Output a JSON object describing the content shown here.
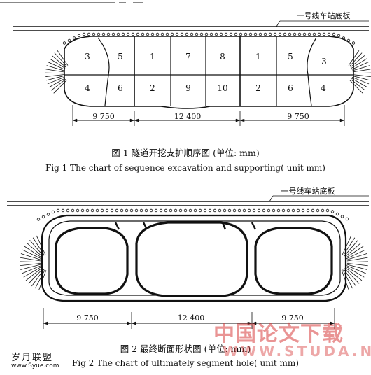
{
  "fig1": {
    "slab_label": "一号线车站底板",
    "cells_left": [
      "3",
      "5",
      "1",
      "7",
      "8",
      "1",
      "5",
      "3"
    ],
    "cells_right": [
      "4",
      "6",
      "2",
      "9",
      "10",
      "2",
      "6",
      "4"
    ],
    "dims": [
      "9 750",
      "12 400",
      "9 750"
    ],
    "caption_cn": "图 1 隧道开挖支护顺序图 (单位: mm)",
    "caption_en": "Fig 1   The chart of sequence excavation and supporting( unit mm)"
  },
  "fig2": {
    "slab_label": "一号线车站底板",
    "dims": [
      "9 750",
      "12 400",
      "9 750"
    ],
    "caption_cn": "图 2 最终断面形状图 (单位: mm)",
    "caption_en": "Fig 2   The chart of ultimately segment hole( unit mm)"
  },
  "watermark_left": {
    "cn": "岁月联盟",
    "url": "www.Syue.com"
  },
  "watermark_right": {
    "cn": "中国论文下载",
    "url": "WWW.STUDA.NET"
  }
}
